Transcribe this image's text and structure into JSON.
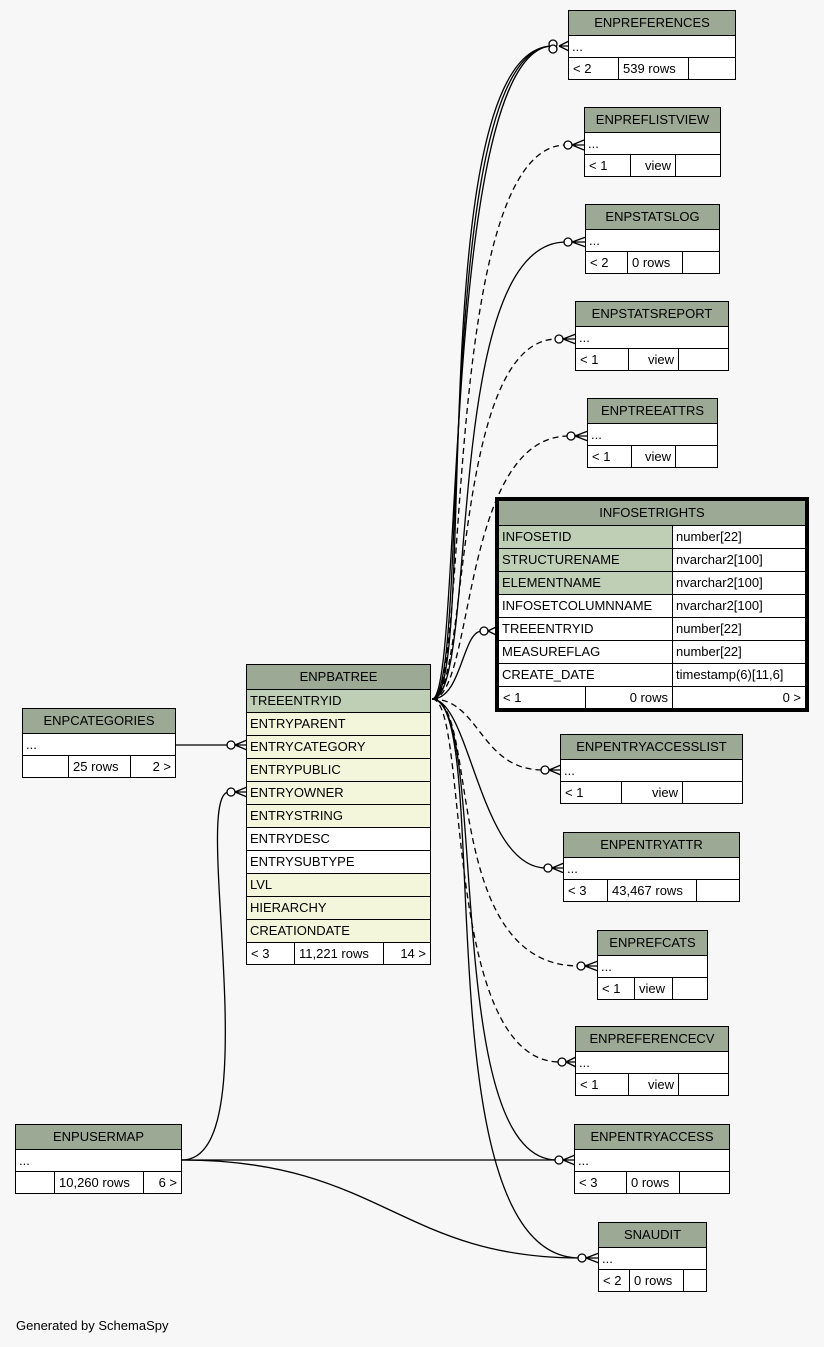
{
  "generated_by": "Generated by SchemaSpy",
  "ellipsis": "...",
  "tables": {
    "enpreferences": {
      "name": "ENPREFERENCES",
      "parents": "< 2",
      "rows": "539 rows"
    },
    "enpreflistview": {
      "name": "ENPREFLISTVIEW",
      "parents": "< 1",
      "rows": "view"
    },
    "enpstatslog": {
      "name": "ENPSTATSLOG",
      "parents": "< 2",
      "rows": "0 rows"
    },
    "enpstatsreport": {
      "name": "ENPSTATSREPORT",
      "parents": "< 1",
      "rows": "view"
    },
    "enptreeattrs": {
      "name": "ENPTREEATTRS",
      "parents": "< 1",
      "rows": "view"
    },
    "infosetrights": {
      "name": "INFOSETRIGHTS",
      "columns": [
        {
          "name": "INFOSETID",
          "type": "number[22]"
        },
        {
          "name": "STRUCTURENAME",
          "type": "nvarchar2[100]"
        },
        {
          "name": "ELEMENTNAME",
          "type": "nvarchar2[100]"
        },
        {
          "name": "INFOSETCOLUMNNAME",
          "type": "nvarchar2[100]"
        },
        {
          "name": "TREEENTRYID",
          "type": "number[22]"
        },
        {
          "name": "MEASUREFLAG",
          "type": "number[22]"
        },
        {
          "name": "CREATE_DATE",
          "type": "timestamp(6)[11,6]"
        }
      ],
      "parents": "< 1",
      "rows": "0 rows",
      "children": "0 >"
    },
    "enpcategories": {
      "name": "ENPCATEGORIES",
      "parents": "",
      "rows": "25 rows",
      "children": "2 >"
    },
    "enpbatree": {
      "name": "ENPBATREE",
      "columns": [
        "TREEENTRYID",
        "ENTRYPARENT",
        "ENTRYCATEGORY",
        "ENTRYPUBLIC",
        "ENTRYOWNER",
        "ENTRYSTRING",
        "ENTRYDESC",
        "ENTRYSUBTYPE",
        "LVL",
        "HIERARCHY",
        "CREATIONDATE"
      ],
      "parents": "< 3",
      "rows": "11,221 rows",
      "children": "14 >"
    },
    "enpentryaccesslist": {
      "name": "ENPENTRYACCESSLIST",
      "parents": "< 1",
      "rows": "view"
    },
    "enpentryattr": {
      "name": "ENPENTRYATTR",
      "parents": "< 3",
      "rows": "43,467 rows"
    },
    "enprefcats": {
      "name": "ENPREFCATS",
      "parents": "< 1",
      "rows": "view"
    },
    "enpreferencecv": {
      "name": "ENPREFERENCECV",
      "parents": "< 1",
      "rows": "view"
    },
    "enpusermap": {
      "name": "ENPUSERMAP",
      "parents": "",
      "rows": "10,260 rows",
      "children": "6 >"
    },
    "enpentryaccess": {
      "name": "ENPENTRYACCESS",
      "parents": "< 3",
      "rows": "0 rows"
    },
    "snaudit": {
      "name": "SNAUDIT",
      "parents": "< 2",
      "rows": "0 rows"
    }
  }
}
